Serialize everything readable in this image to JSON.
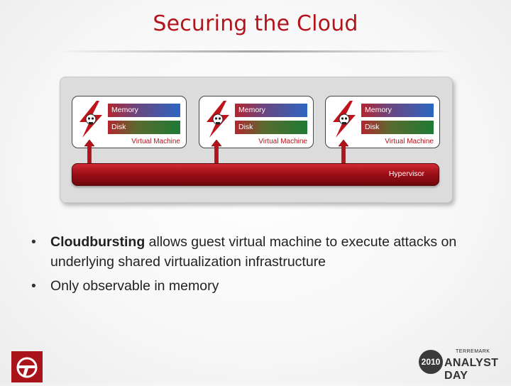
{
  "slide": {
    "title": "Securing the Cloud"
  },
  "diagram": {
    "vms": [
      {
        "memory_label": "Memory",
        "disk_label": "Disk",
        "caption": "Virtual Machine"
      },
      {
        "memory_label": "Memory",
        "disk_label": "Disk",
        "caption": "Virtual Machine"
      },
      {
        "memory_label": "Memory",
        "disk_label": "Disk",
        "caption": "Virtual Machine"
      }
    ],
    "hypervisor_label": "Hypervisor",
    "colors": {
      "accent_red": "#b3141b",
      "memory_blue": "#2c66c2",
      "disk_green": "#1e7a35"
    }
  },
  "bullets": [
    {
      "bold": "Cloudbursting",
      "text": " allows guest virtual machine to execute attacks on underlying shared virtualization infrastructure"
    },
    {
      "bold": "",
      "text": "Only observable in memory"
    }
  ],
  "footer": {
    "left_logo_icon": "terremark-logo-icon",
    "year": "2010",
    "brand": "TERREMARK",
    "event": "ANALYST DAY"
  }
}
